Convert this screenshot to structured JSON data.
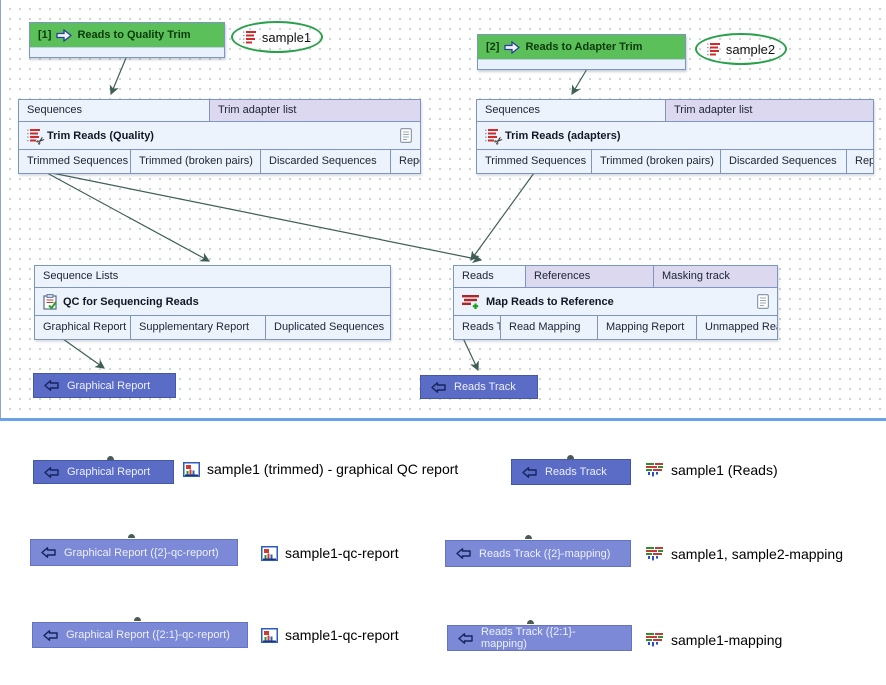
{
  "generators": [
    {
      "index": "[1]",
      "label": "Reads to Quality Trim",
      "sample": "sample1"
    },
    {
      "index": "[2]",
      "label": "Reads to Adapter Trim",
      "sample": "sample2"
    }
  ],
  "nodes": {
    "trim_quality": {
      "title": "Trim Reads (Quality)",
      "inputs": [
        "Sequences",
        "Trim adapter list"
      ],
      "outputs": [
        "Trimmed Sequences",
        "Trimmed (broken pairs)",
        "Discarded Sequences",
        "Report"
      ]
    },
    "trim_adapters": {
      "title": "Trim Reads (adapters)",
      "inputs": [
        "Sequences",
        "Trim adapter list"
      ],
      "outputs": [
        "Trimmed Sequences",
        "Trimmed (broken pairs)",
        "Discarded Sequences",
        "Report"
      ]
    },
    "qc": {
      "title": "QC for Sequencing Reads",
      "inputs": [
        "Sequence Lists"
      ],
      "outputs": [
        "Graphical Report",
        "Supplementary Report",
        "Duplicated Sequences"
      ]
    },
    "map": {
      "title": "Map Reads to Reference",
      "inputs": [
        "Reads",
        "References",
        "Masking track"
      ],
      "outputs": [
        "Reads Track",
        "Read Mapping",
        "Mapping Report",
        "Unmapped Reads"
      ]
    }
  },
  "workflow_outputs": {
    "graphical_report": "Graphical Report",
    "reads_track": "Reads Track"
  },
  "results": {
    "rows": [
      {
        "left_box": "Graphical Report",
        "left_file": "sample1 (trimmed) - graphical QC report",
        "right_box": "Reads Track",
        "right_file": "sample1 (Reads)"
      },
      {
        "left_box": "Graphical Report ({2}-qc-report)",
        "left_file": "sample1-qc-report",
        "right_box": "Reads Track ({2}-mapping)",
        "right_file": "sample1, sample2-mapping"
      },
      {
        "left_box": "Graphical Report ({2:1}-qc-report)",
        "left_file": "sample1-qc-report",
        "right_box": "Reads Track ({2:1}-mapping)",
        "right_file": "sample1-mapping"
      }
    ]
  },
  "colors": {
    "generator_green": "#5cc05a",
    "node_fill": "#edf3fc",
    "node_lavender": "#dbd8ef",
    "node_border": "#7d96c0",
    "output_blue": "#5a6cc5",
    "output_blue_light": "#7b89d6",
    "divider_blue": "#6ba1ea",
    "arrow": "#3e5e56",
    "ellipse_green": "#2aa04a"
  }
}
